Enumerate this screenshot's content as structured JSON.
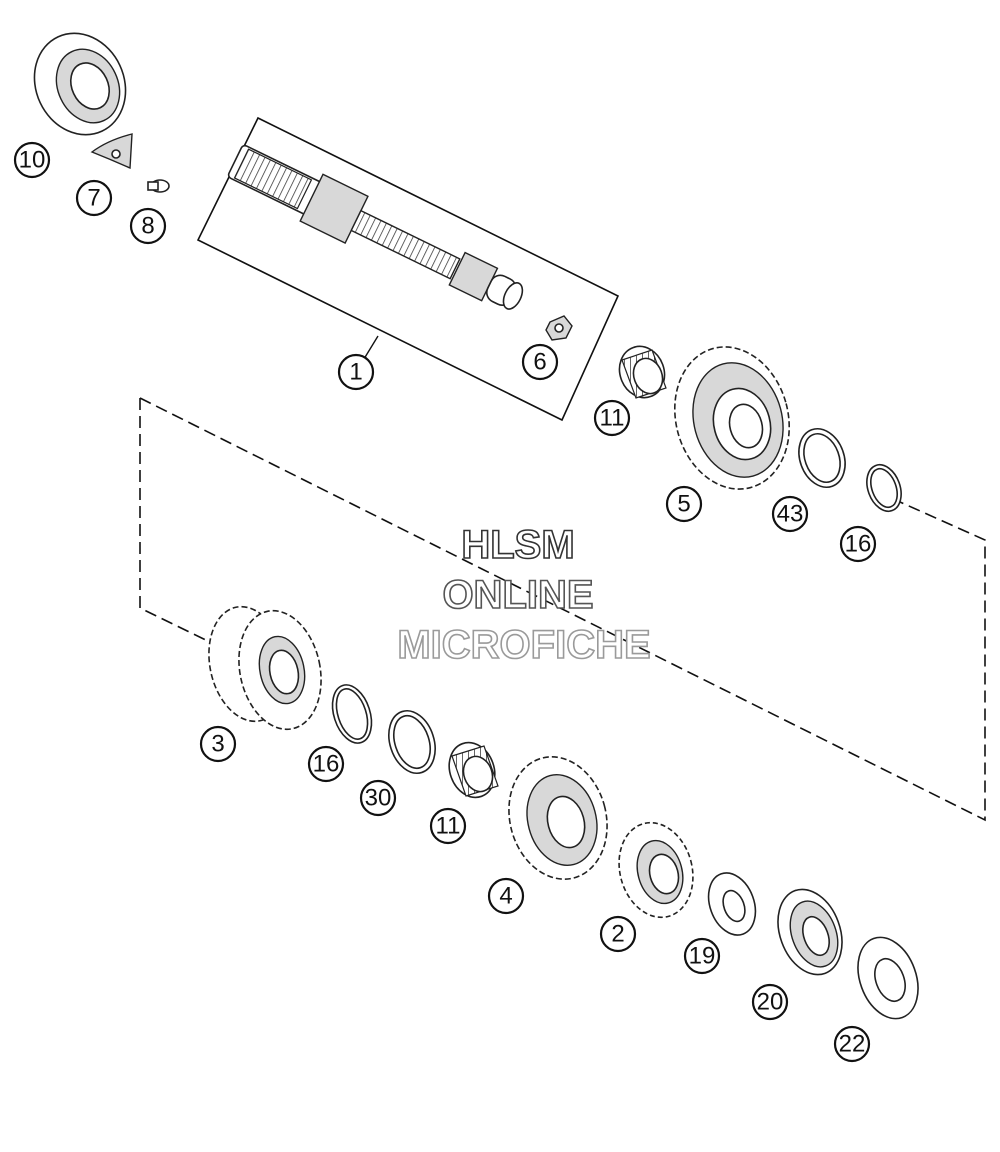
{
  "watermark": {
    "line1": "HLSM",
    "line2": "ONLINE",
    "line3": "MICROFICHE"
  },
  "callouts": [
    {
      "id": "c10a",
      "label": "10"
    },
    {
      "id": "c7",
      "label": "7"
    },
    {
      "id": "c8",
      "label": "8"
    },
    {
      "id": "c1",
      "label": "1"
    },
    {
      "id": "c6",
      "label": "6"
    },
    {
      "id": "c11a",
      "label": "11"
    },
    {
      "id": "c5",
      "label": "5"
    },
    {
      "id": "c43",
      "label": "43"
    },
    {
      "id": "c16a",
      "label": "16"
    },
    {
      "id": "c3",
      "label": "3"
    },
    {
      "id": "c16b",
      "label": "16"
    },
    {
      "id": "c30",
      "label": "30"
    },
    {
      "id": "c11b",
      "label": "11"
    },
    {
      "id": "c4",
      "label": "4"
    },
    {
      "id": "c2",
      "label": "2"
    },
    {
      "id": "c19",
      "label": "19"
    },
    {
      "id": "c20",
      "label": "20"
    },
    {
      "id": "c22",
      "label": "22"
    }
  ],
  "colors": {
    "line": "#111111",
    "part_fill": "#ffffff",
    "shade": "#d8d8d8",
    "watermark_outline": "#333333"
  }
}
